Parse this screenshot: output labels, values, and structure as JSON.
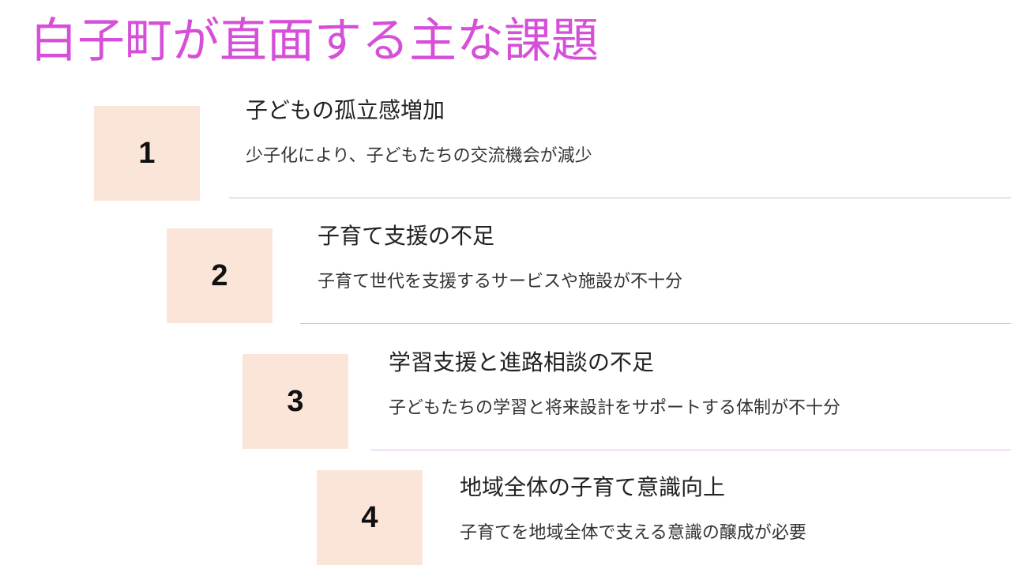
{
  "title": "白子町が直面する主な課題",
  "colors": {
    "title": "#d64fd8",
    "number_box": "#fbe5d9",
    "divider": "#dcb6e6"
  },
  "items": [
    {
      "number": "1",
      "heading": "子どもの孤立感増加",
      "description": "少子化により、子どもたちの交流機会が減少"
    },
    {
      "number": "2",
      "heading": "子育て支援の不足",
      "description": "子育て世代を支援するサービスや施設が不十分"
    },
    {
      "number": "3",
      "heading": "学習支援と進路相談の不足",
      "description": "子どもたちの学習と将来設計をサポートする体制が不十分"
    },
    {
      "number": "4",
      "heading": "地域全体の子育て意識向上",
      "description": "子育てを地域全体で支える意識の醸成が必要"
    }
  ]
}
